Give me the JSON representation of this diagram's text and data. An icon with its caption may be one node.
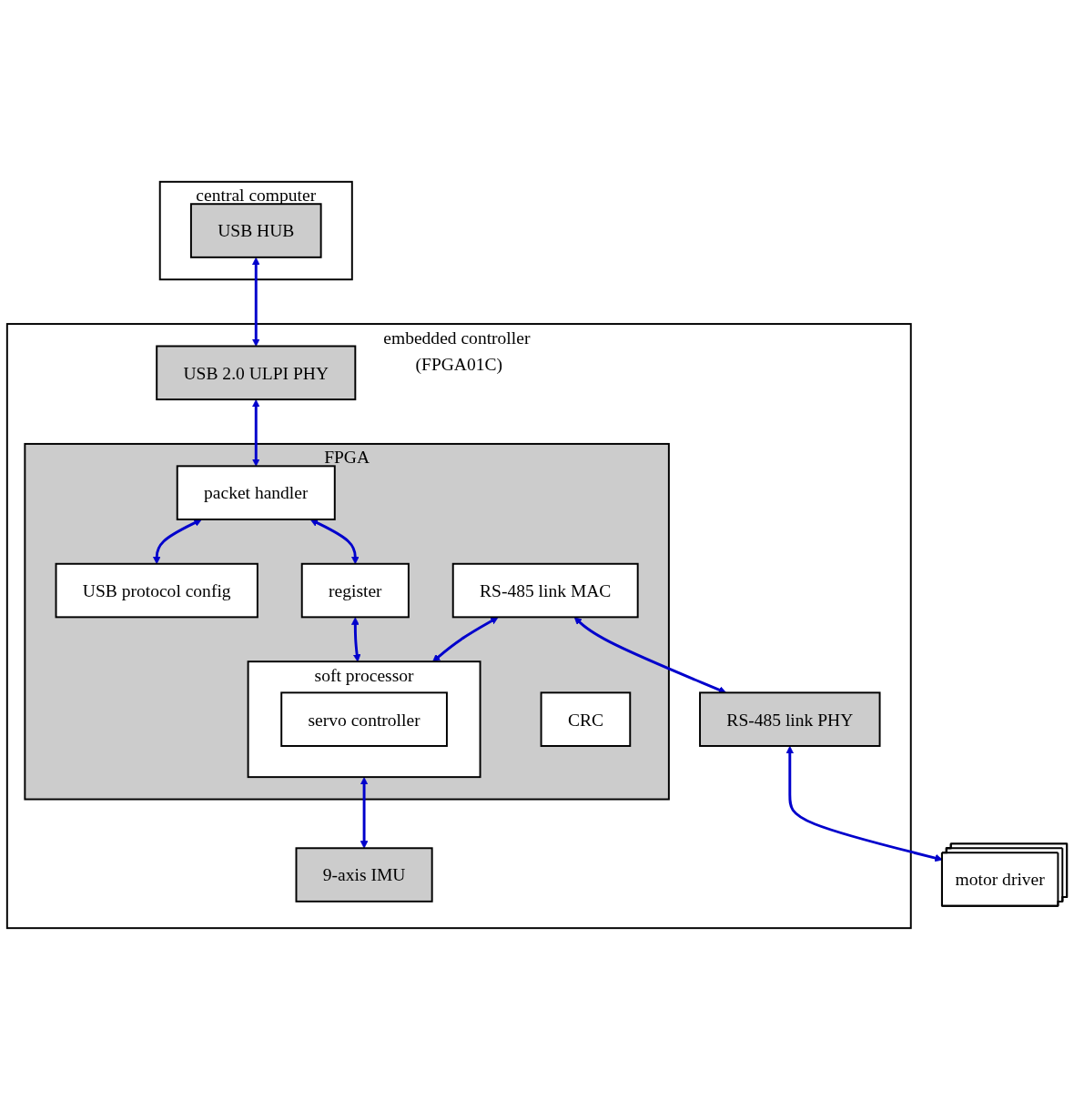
{
  "diagram": {
    "nodes": [
      {
        "text": [
          "central computer"
        ]
      },
      {
        "text": [
          "USB HUB"
        ],
        "in": 0
      },
      {
        "text": [
          "embedded controller (FPGA01C)"
        ]
      },
      {
        "text": [
          "USB 2.0 ULPI PHY"
        ],
        "in": 2
      },
      {
        "text": [
          "FPGA"
        ],
        "in": 2
      },
      {
        "text": [
          "CRC"
        ],
        "in": 4
      },
      {
        "text": [
          "packet handler"
        ],
        "in": 4
      },
      {
        "text": [
          "USB protocol config"
        ],
        "in": 4
      },
      {
        "text": [
          "register"
        ],
        "in": 4
      },
      {
        "text": [
          "soft processor"
        ],
        "in": 4
      },
      {
        "text": [
          "servo controller"
        ],
        "in": 9
      },
      {
        "text": [
          "RS-485 link MAC"
        ],
        "in": 4
      },
      {
        "text": [
          "RS-485 link PHY"
        ],
        "in": 2
      },
      {
        "text": [
          "9-axis IMU"
        ],
        "in": 2
      },
      {
        "text": [
          "motor driver"
        ]
      }
    ],
    "edges": [
      {
        "from": 1,
        "to": 3,
        "arrow": "both"
      },
      {
        "from": 3,
        "to": 6,
        "arrow": "both"
      },
      {
        "from": 6,
        "to": 7,
        "arrow": "both"
      },
      {
        "from": 6,
        "to": 8,
        "arrow": "both"
      },
      {
        "from": 8,
        "to": 9,
        "arrow": "both"
      },
      {
        "from": 11,
        "to": 9,
        "arrow": "both"
      },
      {
        "from": 11,
        "to": 12,
        "arrow": "both"
      },
      {
        "from": 9,
        "to": 13,
        "arrow": "both"
      },
      {
        "from": 12,
        "to": 14,
        "arrow": "both"
      }
    ]
  }
}
